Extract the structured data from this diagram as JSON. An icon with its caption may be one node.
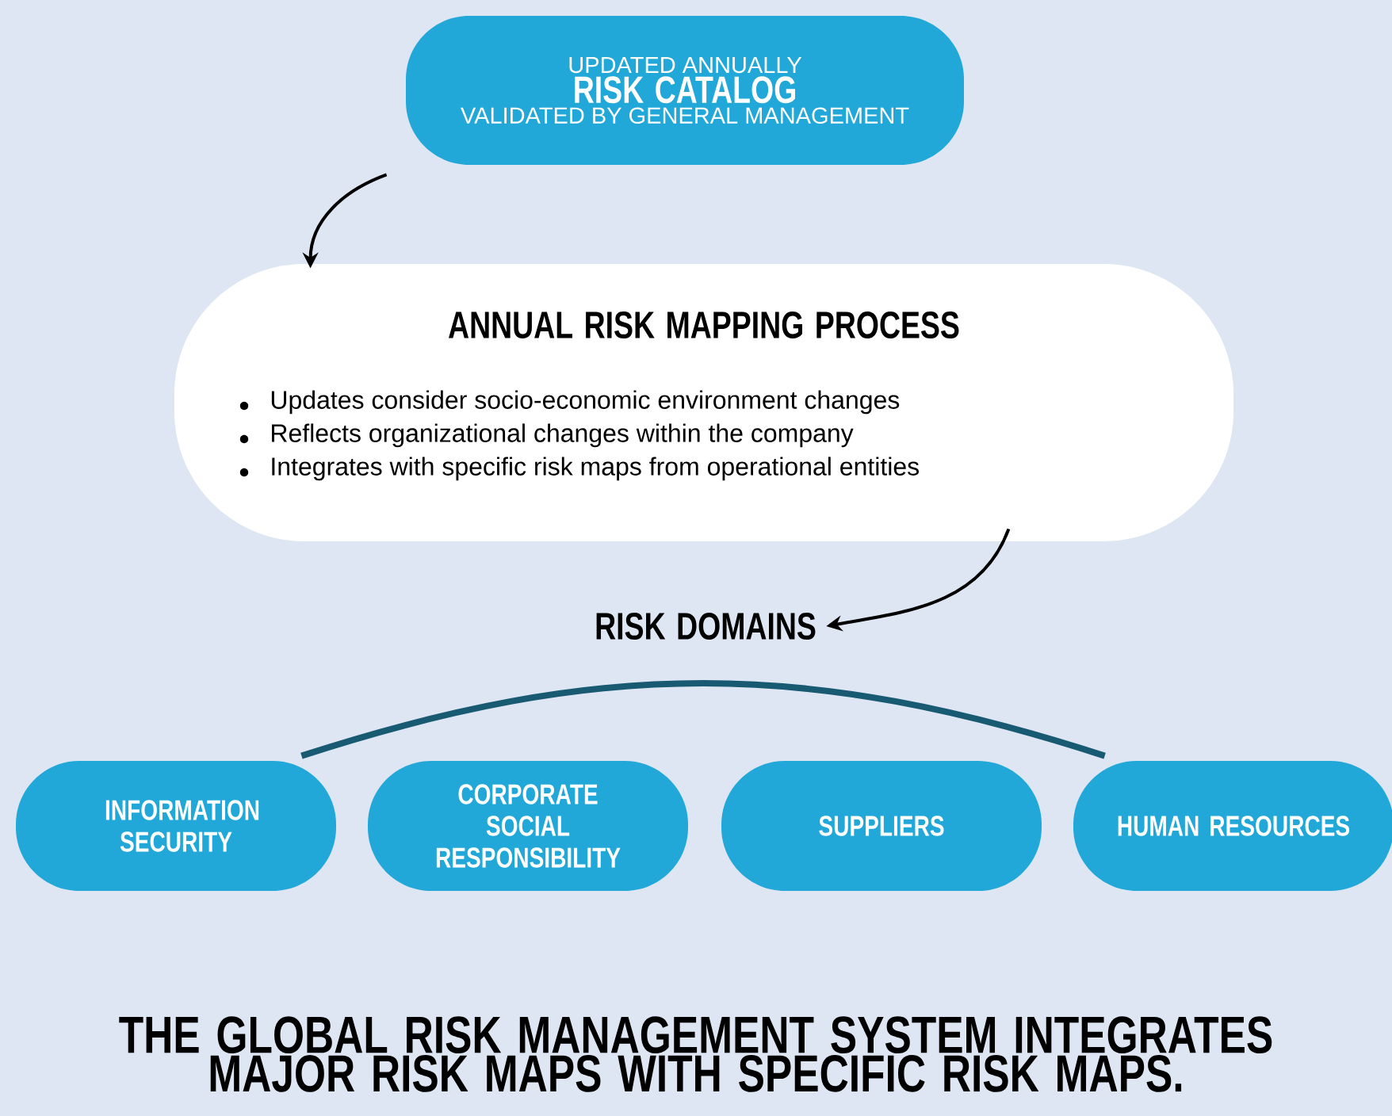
{
  "diagram": {
    "caption": "THE GLOBAL RISK MANAGEMENT SYSTEM INTEGRATES MAJOR RISK MAPS WITH SPECIFIC RISK MAPS.",
    "nodes": [
      {
        "text": [
          "UPDATED ANNUALLY",
          "RISK CATALOG",
          "VALIDATED BY GENERAL MANAGEMENT"
        ]
      },
      {
        "text": [
          "ANNUAL RISK MAPPING PROCESS",
          "Updates consider socio-economic environment changes",
          "Reflects organizational changes within the company",
          "Integrates with specific risk maps from operational entities"
        ]
      },
      {
        "text": [
          "RISK DOMAINS"
        ]
      },
      {
        "text": [
          "INFORMATION SECURITY"
        ]
      },
      {
        "text": [
          "CORPORATE SOCIAL RESPONSIBILITY"
        ]
      },
      {
        "text": [
          "SUPPLIERS"
        ]
      },
      {
        "text": [
          "HUMAN RESOURCES"
        ]
      }
    ],
    "edges": [
      {
        "from": 0,
        "to": 1,
        "arrow": "to"
      },
      {
        "from": 1,
        "to": 2,
        "arrow": "to"
      },
      {
        "from": 3,
        "to": 6,
        "arrow": "none",
        "style": "thick",
        "color": "#185a72"
      }
    ]
  }
}
